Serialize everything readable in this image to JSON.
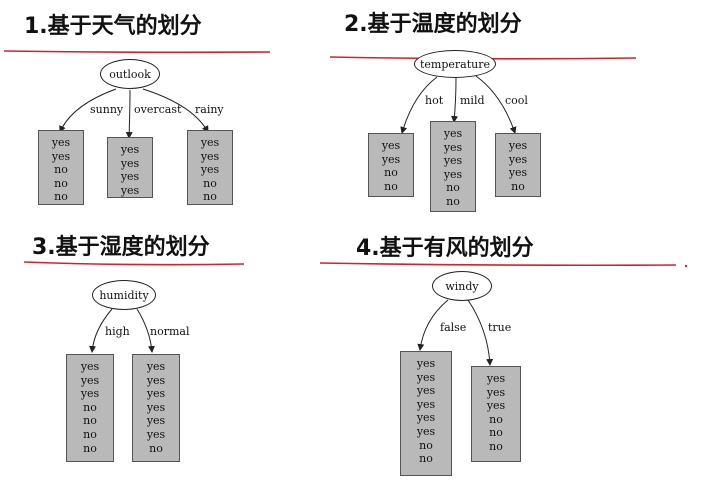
{
  "panels": [
    {
      "heading": "1.基于天气的划分",
      "root": "outlook",
      "branches": [
        {
          "label": "sunny",
          "values": [
            "yes",
            "yes",
            "no",
            "no",
            "no"
          ]
        },
        {
          "label": "overcast",
          "values": [
            "yes",
            "yes",
            "yes",
            "yes"
          ]
        },
        {
          "label": "rainy",
          "values": [
            "yes",
            "yes",
            "yes",
            "no",
            "no"
          ]
        }
      ]
    },
    {
      "heading": "2.基于温度的划分",
      "root": "temperature",
      "branches": [
        {
          "label": "hot",
          "values": [
            "yes",
            "yes",
            "no",
            "no"
          ]
        },
        {
          "label": "mild",
          "values": [
            "yes",
            "yes",
            "yes",
            "yes",
            "no",
            "no"
          ]
        },
        {
          "label": "cool",
          "values": [
            "yes",
            "yes",
            "yes",
            "no"
          ]
        }
      ]
    },
    {
      "heading": "3.基于湿度的划分",
      "root": "humidity",
      "branches": [
        {
          "label": "high",
          "values": [
            "yes",
            "yes",
            "yes",
            "no",
            "no",
            "no",
            "no"
          ]
        },
        {
          "label": "normal",
          "values": [
            "yes",
            "yes",
            "yes",
            "yes",
            "yes",
            "yes",
            "no"
          ]
        }
      ]
    },
    {
      "heading": "4.基于有风的划分",
      "root": "windy",
      "branches": [
        {
          "label": "false",
          "values": [
            "yes",
            "yes",
            "yes",
            "yes",
            "yes",
            "yes",
            "no",
            "no"
          ]
        },
        {
          "label": "true",
          "values": [
            "yes",
            "yes",
            "yes",
            "no",
            "no",
            "no"
          ]
        }
      ]
    }
  ],
  "colors": {
    "leaf_fill": "#b9b9b9",
    "underline": "#d9202a"
  }
}
